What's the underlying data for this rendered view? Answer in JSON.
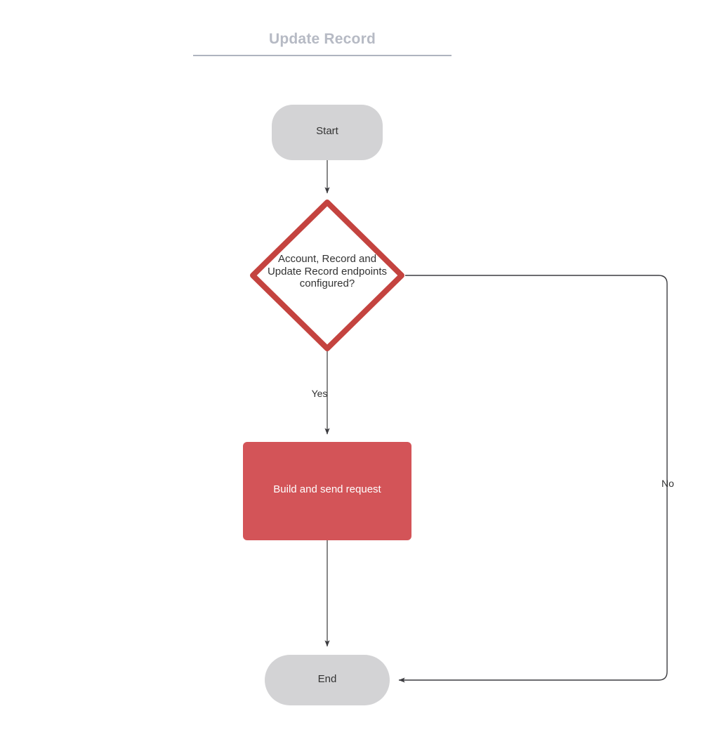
{
  "diagram": {
    "title": "Update Record",
    "type": "flowchart",
    "colors": {
      "terminator_fill": "#d3d3d5",
      "decision_stroke": "#c4433f",
      "decision_fill": "#ffffff",
      "process_fill": "#d35458",
      "process_text": "#ffffff",
      "node_text": "#333333",
      "connector": "#555555",
      "title_text": "#b6bac4",
      "title_rule": "#aeb4bf",
      "background": "#ffffff"
    },
    "nodes": [
      {
        "id": "start",
        "shape": "terminator",
        "label": "Start"
      },
      {
        "id": "decision",
        "shape": "diamond",
        "label": "Account, Record and\nUpdate Record endpoints\nconfigured?"
      },
      {
        "id": "process",
        "shape": "rectangle",
        "label": "Build and send request"
      },
      {
        "id": "end",
        "shape": "terminator",
        "label": "End"
      }
    ],
    "edges": [
      {
        "from": "start",
        "to": "decision",
        "label": ""
      },
      {
        "from": "decision",
        "to": "process",
        "label": "Yes"
      },
      {
        "from": "process",
        "to": "end",
        "label": ""
      },
      {
        "from": "decision",
        "to": "end",
        "label": "No"
      }
    ],
    "edge_labels": {
      "yes": "Yes",
      "no": "No"
    }
  }
}
